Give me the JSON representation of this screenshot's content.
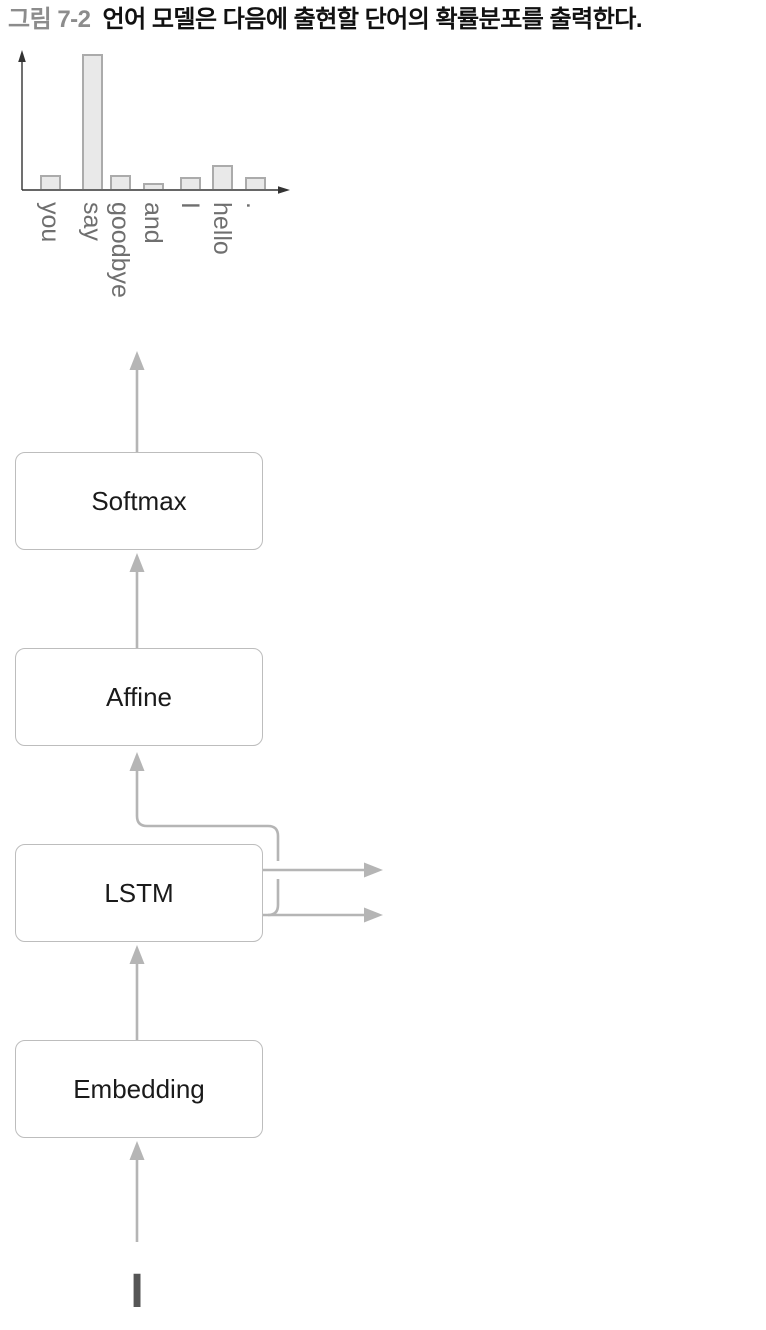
{
  "figure": {
    "tag": "그림 7-2",
    "caption": "언어 모델은 다음에 출현할 단어의 확률분포를 출력한다."
  },
  "chart_data": {
    "type": "bar",
    "categories": [
      "you",
      "say",
      "goodbye",
      "and",
      "I",
      "hello",
      "."
    ],
    "values": [
      0.067,
      0.65,
      0.067,
      0.029,
      0.058,
      0.115,
      0.058
    ],
    "title": "",
    "xlabel": "",
    "ylabel": "",
    "ylim": [
      0,
      0.65
    ],
    "grid": false,
    "legend": false,
    "tick_label_rotation_deg": 90,
    "bar_color": "#e9e9e9",
    "bar_border_color": "#ababab"
  },
  "network": {
    "layers": [
      {
        "label": "Softmax"
      },
      {
        "label": "Affine"
      },
      {
        "label": "LSTM"
      },
      {
        "label": "Embedding"
      }
    ],
    "lstm_recurrent_outputs": 2,
    "input_token": "I"
  },
  "colors": {
    "arrow": "#b5b5b5",
    "box_border": "#bdbdbd",
    "box_text": "#1a1a1a",
    "axis": "#333333",
    "tick_label": "#6f6f6f",
    "figure_tag": "#8c8c8c",
    "caption": "#111111",
    "input_token": "#565656"
  }
}
